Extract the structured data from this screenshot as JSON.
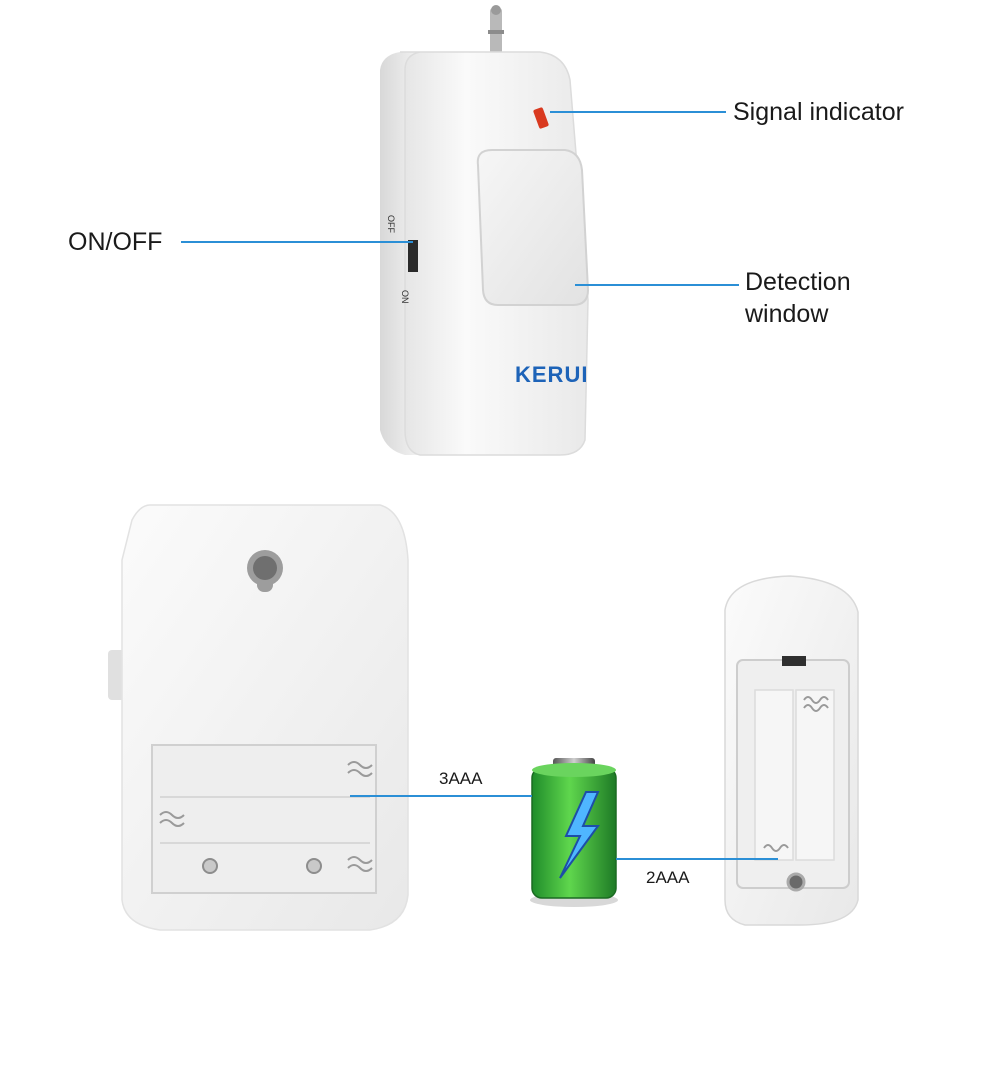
{
  "callouts": {
    "signal_indicator": "Signal indicator",
    "on_off": "ON/OFF",
    "detection_window_line1": "Detection",
    "detection_window_line2": "window"
  },
  "device": {
    "brand": "KERUI",
    "switch_off": "OFF",
    "switch_on": "ON"
  },
  "batteries": {
    "large_unit": "3AAA",
    "small_unit": "2AAA"
  },
  "colors": {
    "leader_line": "#2b8fd6",
    "brand_blue": "#1d63b8",
    "battery_green": "#3cb83c",
    "lightning_blue": "#4fb6ff",
    "indicator_red": "#d9391f"
  }
}
